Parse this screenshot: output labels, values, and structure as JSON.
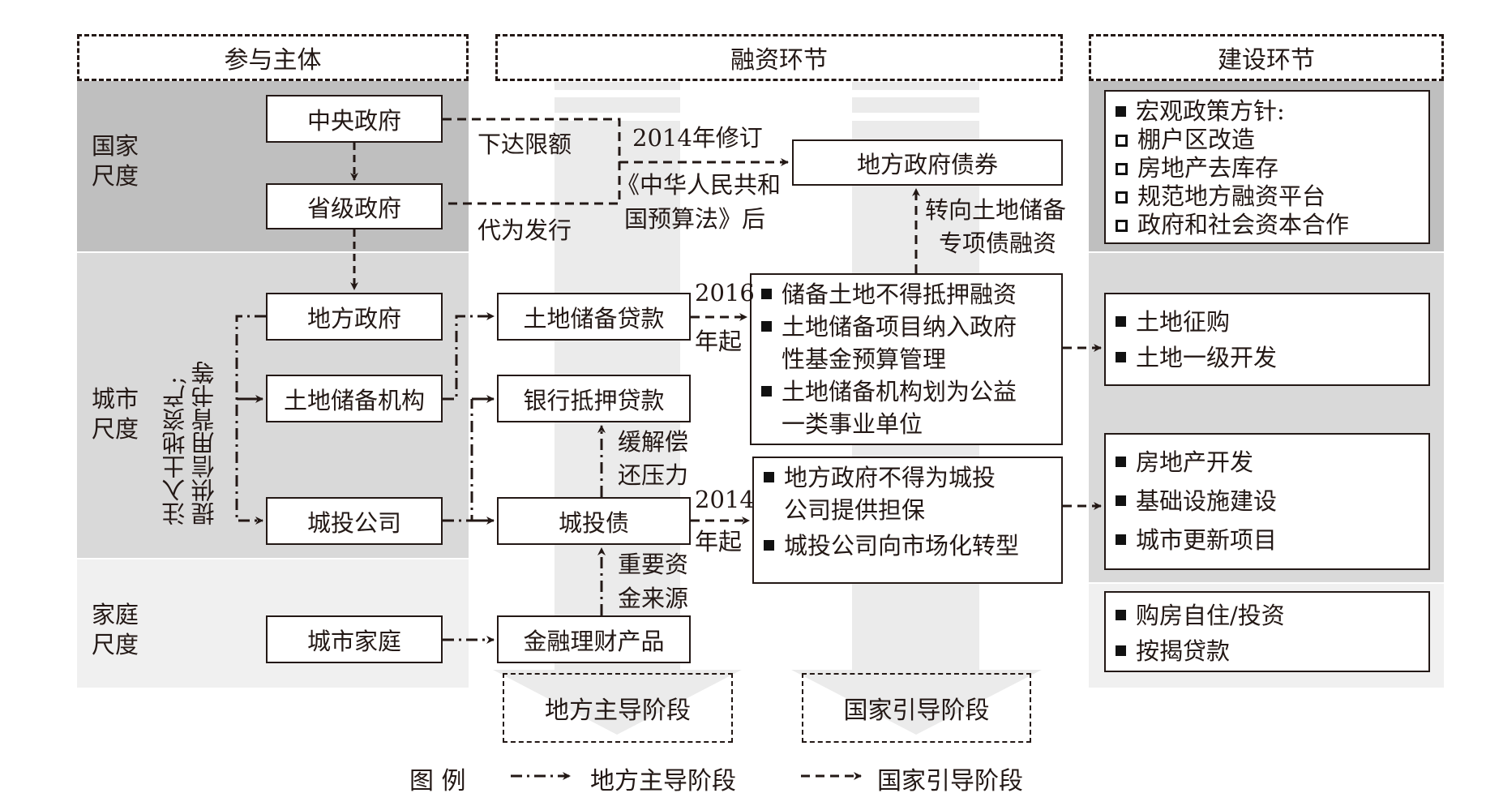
{
  "headers": {
    "participants": "参与主体",
    "financing": "融资环节",
    "construction": "建设环节"
  },
  "scales": {
    "national": [
      "国家",
      "尺度"
    ],
    "city": [
      "城市",
      "尺度"
    ],
    "household": [
      "家庭",
      "尺度"
    ]
  },
  "actors": {
    "central_gov": "中央政府",
    "provincial_gov": "省级政府",
    "local_gov": "地方政府",
    "land_reserve_agency": "土地储备机构",
    "lgfv": "城投公司",
    "urban_household": "城市家庭"
  },
  "actor_support_label": [
    "注入土地资产;",
    "提供信用背书等"
  ],
  "financing": {
    "land_reserve_loan": "土地储备贷款",
    "bank_mortgage_loan": "银行抵押贷款",
    "lgfv_bond": "城投债",
    "wealth_products": "金融理财产品",
    "local_gov_bond": "地方政府债券"
  },
  "annotations": {
    "issue_quota": "下达限额",
    "issue_on_behalf": "代为发行",
    "budget_law": [
      "2014年修订",
      "《中华人民共和",
      "国预算法》后"
    ],
    "special_bond": [
      "转向土地储备",
      "专项债融资"
    ],
    "since_2016": [
      "2016",
      "年起"
    ],
    "since_2014": [
      "2014",
      "年起"
    ],
    "ease_repayment": [
      "缓解偿",
      "还压力"
    ],
    "key_source": [
      "重要资",
      "金来源"
    ]
  },
  "policy_land_reserve": [
    {
      "text": [
        "储备土地不得抵押融资"
      ]
    },
    {
      "text": [
        "土地储备项目纳入政府",
        "性基金预算管理"
      ]
    },
    {
      "text": [
        "土地储备机构划为公益",
        "一类事业单位"
      ]
    }
  ],
  "policy_lgfv": [
    {
      "text": [
        "地方政府不得为城投",
        "公司提供担保"
      ]
    },
    {
      "text": [
        "城投公司向市场化转型"
      ]
    }
  ],
  "construction": {
    "macro_policy": {
      "title": "宏观政策方针:",
      "items": [
        "棚户区改造",
        "房地产去库存",
        "规范地方融资平台",
        "政府和社会资本合作"
      ]
    },
    "land": [
      "土地征购",
      "土地一级开发"
    ],
    "development": [
      "房地产开发",
      "基础设施建设",
      "城市更新项目"
    ],
    "household": [
      "购房自住/投资",
      "按揭贷款"
    ]
  },
  "stages": {
    "local_led": "地方主导阶段",
    "state_guided": "国家引导阶段"
  },
  "legend": {
    "title": "图 例",
    "local_led": "地方主导阶段",
    "state_guided": "国家引导阶段"
  },
  "colors": {
    "national_band": "#bfbfbf",
    "city_band": "#d9d9d9",
    "household_band": "#f0f0f0",
    "big_arrow": "#ebebeb",
    "ink": "#231815"
  }
}
